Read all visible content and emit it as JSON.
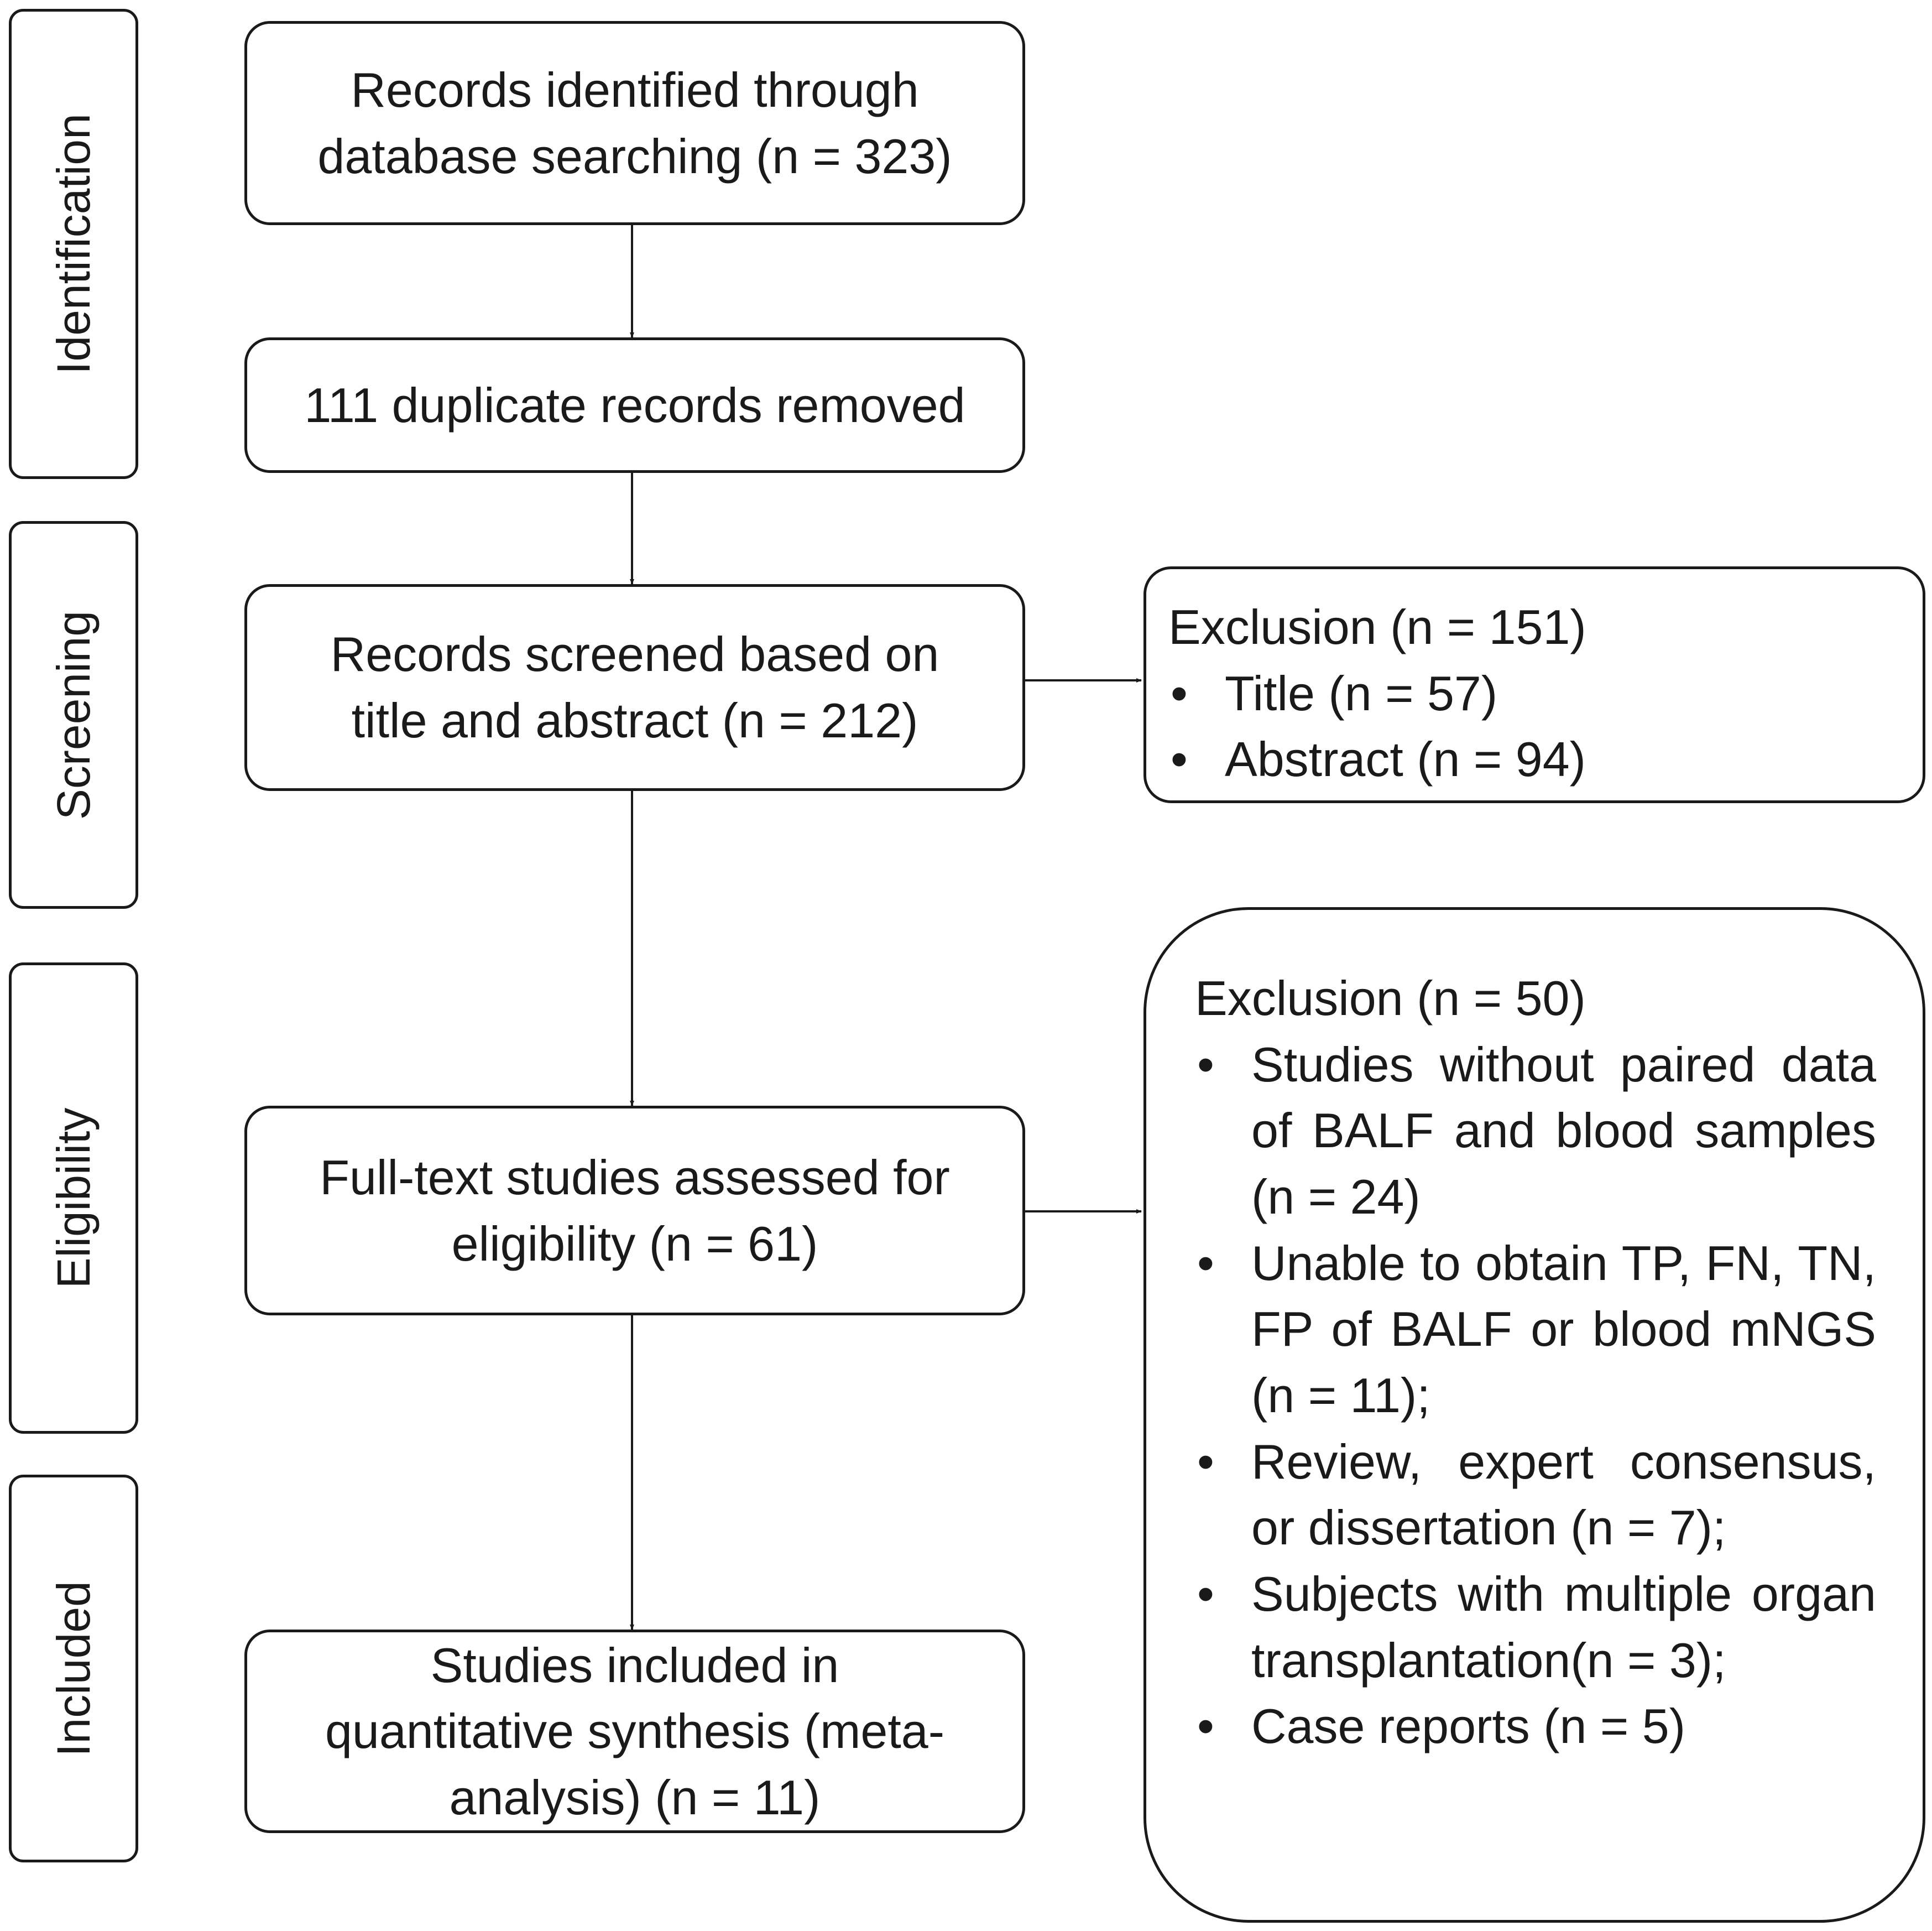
{
  "phases": {
    "identification": "Identification",
    "screening": "Screening",
    "eligibility": "Eligibility",
    "included": "Included"
  },
  "boxes": {
    "records_identified": [
      "Records identified through",
      "database searching (n = 323)"
    ],
    "duplicates_removed": [
      "111 duplicate records removed"
    ],
    "records_screened": [
      "Records screened based on",
      "title and abstract (n = 212)"
    ],
    "full_text": [
      "Full-text studies assessed for",
      "eligibility (n = 61)"
    ],
    "included_studies": [
      "Studies included in",
      "quantitative synthesis (meta-",
      "analysis) (n = 11)"
    ]
  },
  "exclusion_screening": {
    "heading": "Exclusion (n = 151)",
    "items": [
      "Title (n = 57)",
      "Abstract (n = 94)"
    ]
  },
  "exclusion_eligibility": {
    "heading": "Exclusion (n = 50)",
    "items": [
      "Studies without paired data of BALF and blood samples (n = 24)",
      "Unable to obtain TP, FN, TN, FP of BALF or blood mNGS (n = 11);",
      "Review, expert consensus, or dissertation (n = 7);",
      "Subjects with multiple organ transplantation(n = 3);",
      "Case reports (n = 5)"
    ]
  }
}
